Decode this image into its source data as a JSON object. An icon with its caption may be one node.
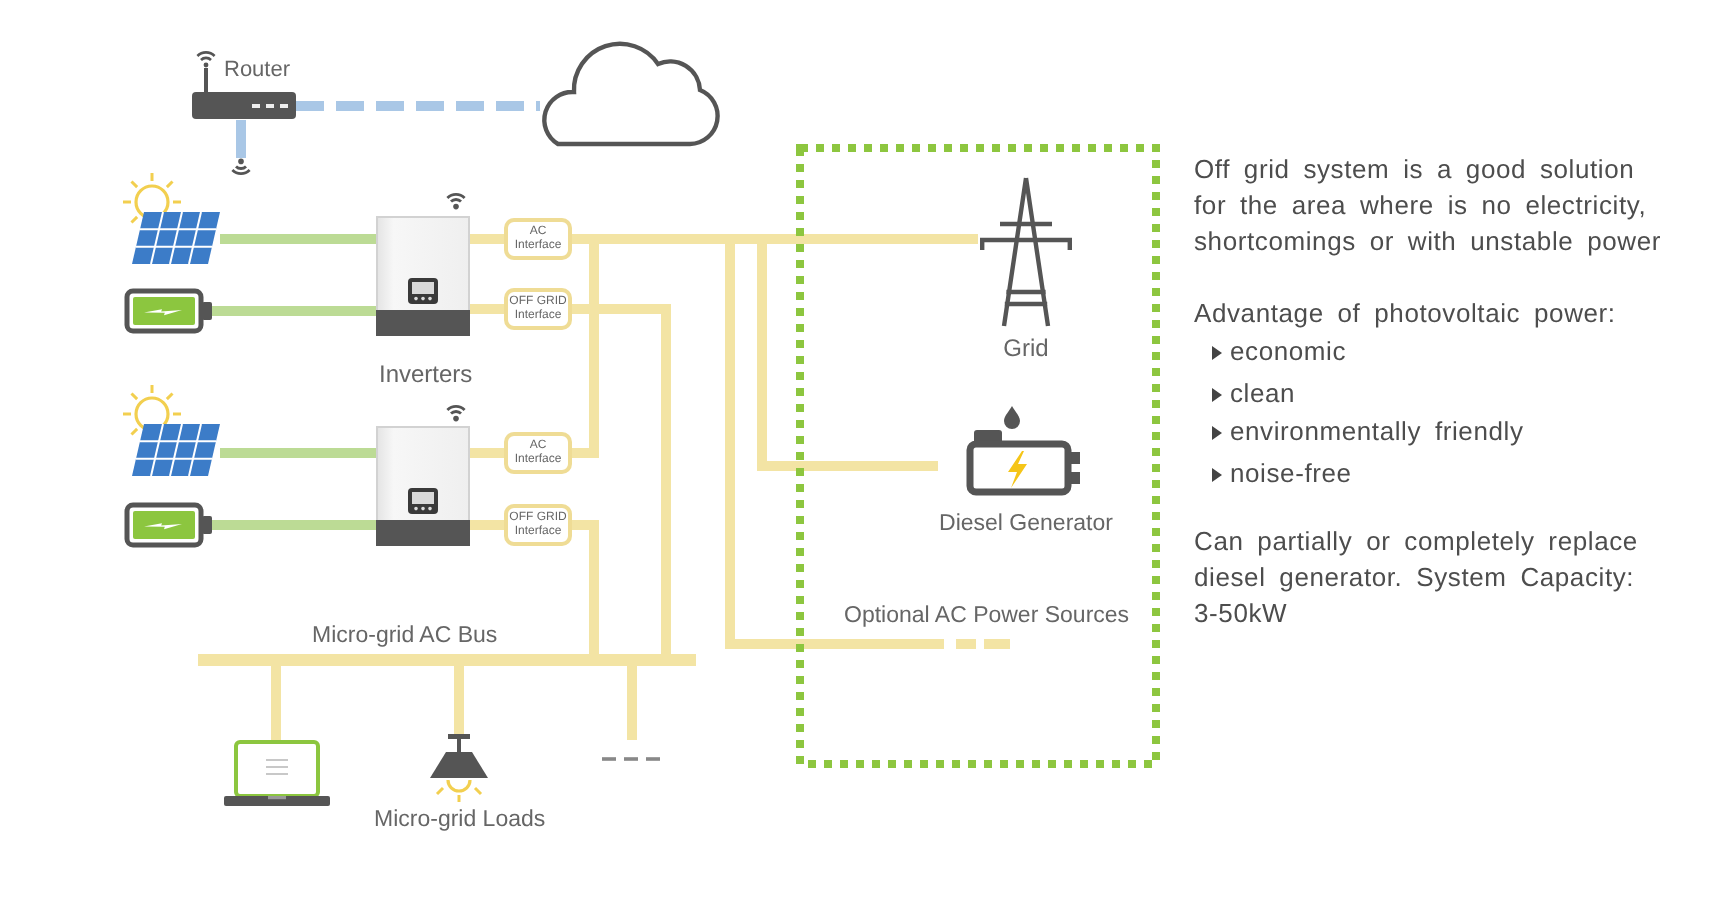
{
  "diagram": {
    "nodes": [
      {
        "text": [
          "Router"
        ]
      },
      {
        "text": [],
        "shape": "picture"
      },
      {
        "text": [],
        "shape": "cloud"
      },
      {
        "text": [
          "Optional AC Power Sources"
        ]
      },
      {
        "text": [
          "Grid"
        ],
        "in": 3
      },
      {
        "text": [
          "Diesel Generator"
        ],
        "in": 3
      },
      {
        "text": [],
        "shape": "picture"
      },
      {
        "text": [],
        "shape": "picture"
      },
      {
        "text": [],
        "shape": "picture"
      },
      {
        "text": [
          "AC Interface"
        ]
      },
      {
        "text": [
          "OFF GRID Interface"
        ]
      },
      {
        "text": [],
        "shape": "picture"
      },
      {
        "text": [],
        "shape": "picture"
      },
      {
        "text": [],
        "shape": "picture"
      },
      {
        "text": [
          "AC Interface"
        ]
      },
      {
        "text": [
          "OFF GRID Interface"
        ]
      },
      {
        "text": [
          "Micro-grid AC Bus"
        ]
      },
      {
        "text": [],
        "shape": "picture"
      },
      {
        "text": [],
        "shape": "picture"
      }
    ],
    "edges": [
      {
        "from": 0,
        "to": 2,
        "arrow": "none",
        "style": "dashed",
        "color": "#a9c7e6"
      },
      {
        "from": 0,
        "to": 1,
        "arrow": "none",
        "color": "#a9c7e6"
      },
      {
        "from": 6,
        "to": 8,
        "arrow": "none",
        "color": "#bcdb95"
      },
      {
        "from": 7,
        "to": 8,
        "arrow": "none",
        "color": "#bcdb95"
      },
      {
        "from": 8,
        "to": 9,
        "arrow": "none"
      },
      {
        "from": 8,
        "to": 10,
        "arrow": "none"
      },
      {
        "from": 11,
        "to": 13,
        "arrow": "none",
        "color": "#bcdb95"
      },
      {
        "from": 12,
        "to": 13,
        "arrow": "none",
        "color": "#bcdb95"
      },
      {
        "from": 13,
        "to": 14,
        "arrow": "none"
      },
      {
        "from": 13,
        "to": 15,
        "arrow": "none"
      },
      {
        "from": 9,
        "to": 4,
        "arrow": "none"
      },
      {
        "from": 9,
        "to": 5,
        "arrow": "none"
      },
      {
        "from": 9,
        "to": 3,
        "arrow": "none"
      },
      {
        "from": 14,
        "to": 4,
        "arrow": "none"
      },
      {
        "from": 14,
        "to": 5,
        "arrow": "none"
      },
      {
        "from": 14,
        "to": 3,
        "arrow": "none"
      },
      {
        "from": 10,
        "to": 16,
        "arrow": "none"
      },
      {
        "from": 15,
        "to": 16,
        "arrow": "none"
      },
      {
        "from": 16,
        "to": 17,
        "arrow": "none"
      },
      {
        "from": 16,
        "to": 18,
        "arrow": "none"
      },
      {
        "from": 16,
        "to": null,
        "arrow": "none"
      }
    ],
    "labels": [
      "Inverters",
      "Micro-grid Loads",
      "Off grid system is a good solution for the area where is no electricity, shortcomings or with unstable power",
      "Advantage of photovoltaic power:",
      "economic",
      "clean",
      "environmentally friendly",
      "noise-free",
      "Can partially or completely replace diesel generator. System Capacity: 3-50kW"
    ]
  }
}
